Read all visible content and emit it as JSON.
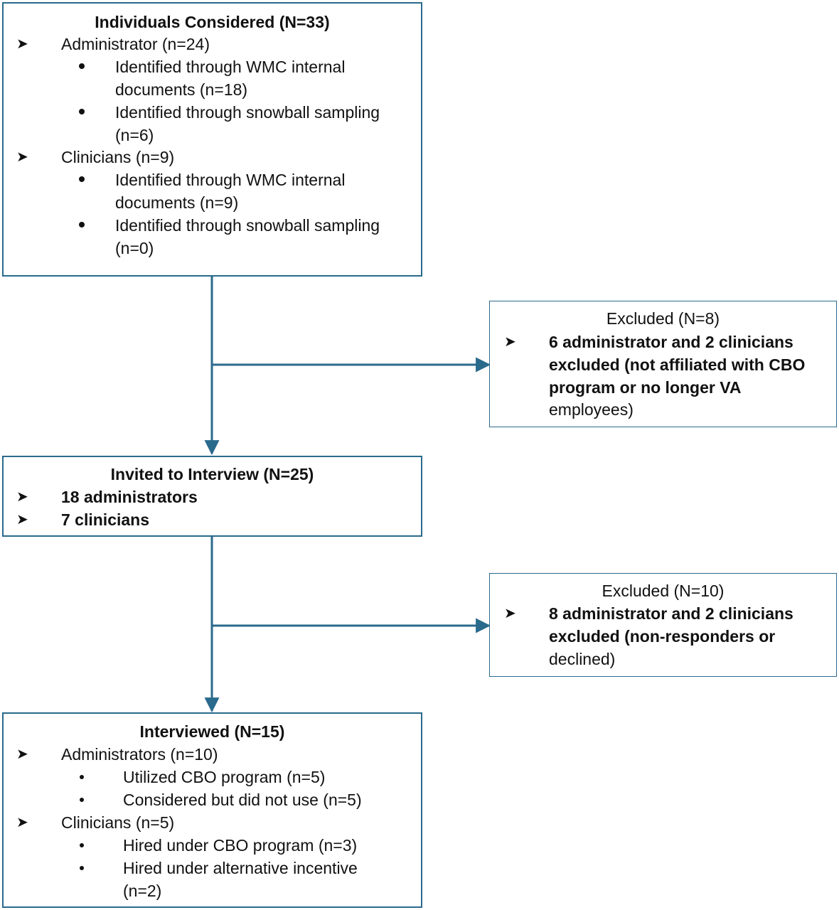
{
  "considered": {
    "title": "Individuals Considered (N=33)",
    "admin": {
      "label": "Administrator (n=24)",
      "items": [
        [
          "Identified through WMC internal",
          "documents (n=18)"
        ],
        [
          "Identified through snowball sampling",
          "(n=6)"
        ]
      ]
    },
    "clin": {
      "label": "Clinicians (n=9)",
      "items": [
        [
          "Identified through WMC internal",
          "documents (n=9)"
        ],
        [
          "Identified through snowball sampling",
          "(n=0)"
        ]
      ]
    }
  },
  "excluded1": {
    "title": "Excluded (N=8)",
    "lines": [
      "6 administrator and 2 clinicians",
      "excluded (not affiliated with CBO",
      "program or no longer VA",
      "employees)"
    ]
  },
  "invited": {
    "title": "Invited to Interview (N=25)",
    "items": [
      "18 administrators",
      "7 clinicians"
    ]
  },
  "excluded2": {
    "title": "Excluded (N=10)",
    "lines": [
      "8 administrator and 2 clinicians",
      "excluded (non-responders or",
      "declined)"
    ]
  },
  "interviewed": {
    "title": "Interviewed (N=15)",
    "admin": {
      "label": "Administrators (n=10)",
      "items": [
        [
          "Utilized CBO program (n=5)"
        ],
        [
          "Considered but did not use (n=5)"
        ]
      ]
    },
    "clin": {
      "label": "Clinicians (n=5)",
      "items": [
        [
          "Hired under CBO program (n=3)"
        ],
        [
          "Hired under alternative incentive",
          "(n=2)"
        ]
      ]
    }
  },
  "icons": {
    "list_marker": "arrowhead-bullet-icon",
    "sub_marker": "dot-bullet-icon"
  },
  "colors": {
    "border": "#2a6a8c",
    "connector": "#2a6a8c"
  }
}
